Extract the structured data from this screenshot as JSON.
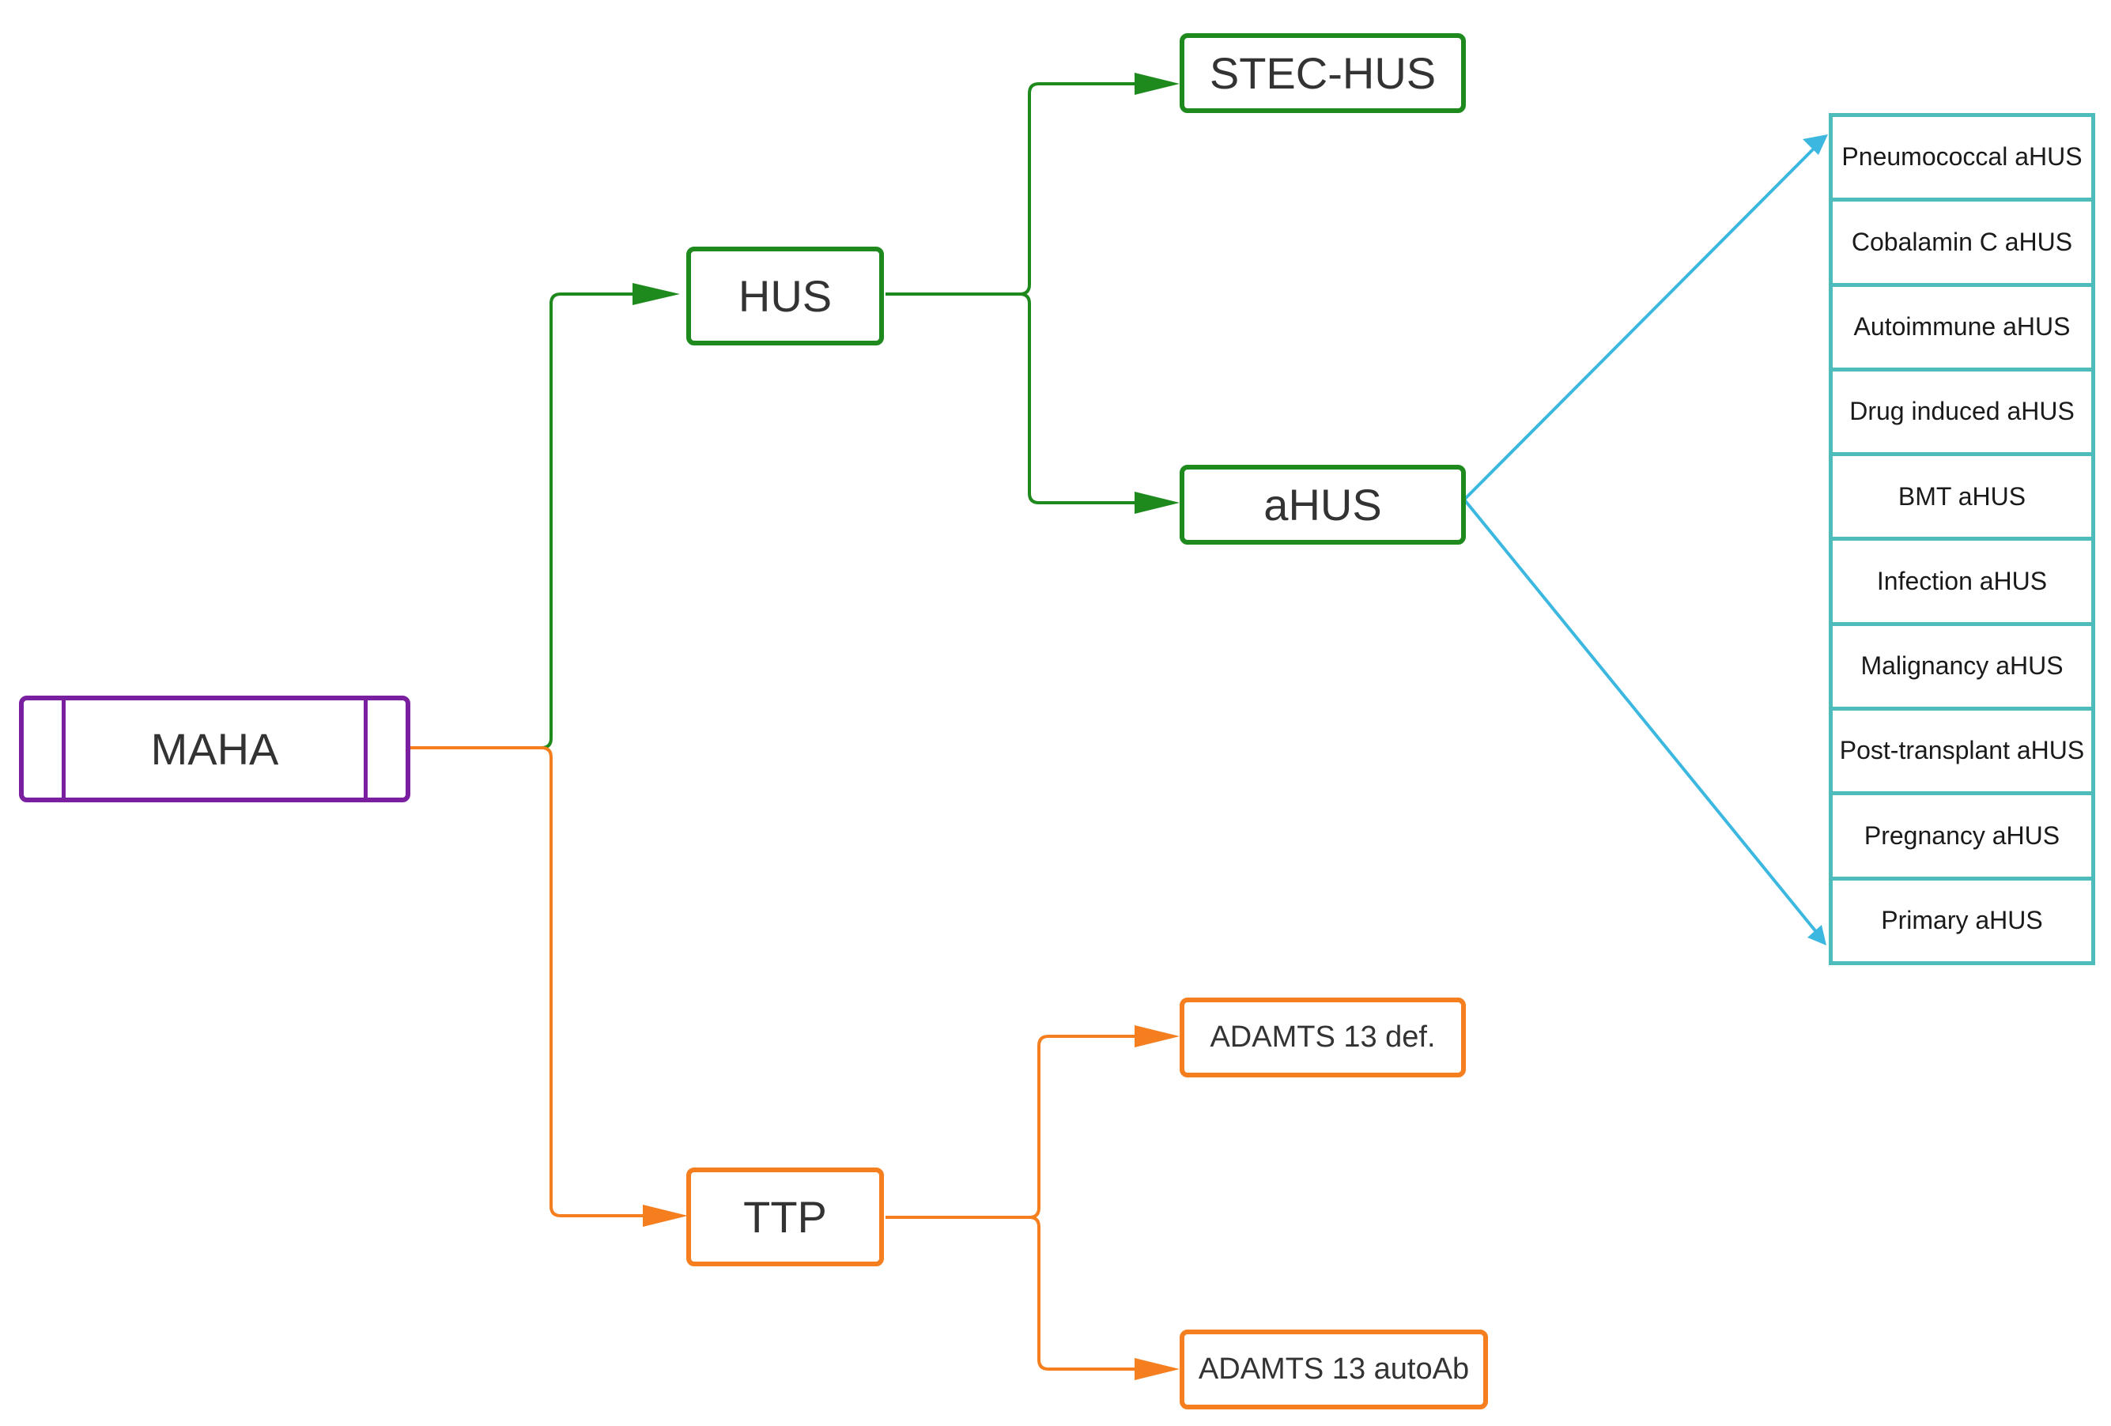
{
  "colors": {
    "hus_branch": "#1e8a1e",
    "ttp_branch": "#f57f1f",
    "root": "#7a1fa0",
    "ahus_causes": "#4fbcbc",
    "ahus_arrows": "#3cb8e0"
  },
  "nodes": {
    "root": "MAHA",
    "hus": "HUS",
    "stec_hus": "STEC-HUS",
    "ahus": "aHUS",
    "ttp": "TTP",
    "adamts_def": "ADAMTS 13 def.",
    "adamts_autoab": "ADAMTS 13 autoAb"
  },
  "ahus_causes": [
    "Pneumococcal aHUS",
    "Cobalamin C aHUS",
    "Autoimmune aHUS",
    "Drug induced aHUS",
    "BMT aHUS",
    "Infection aHUS",
    "Malignancy aHUS",
    "Post-transplant aHUS",
    "Pregnancy aHUS",
    "Primary aHUS"
  ]
}
